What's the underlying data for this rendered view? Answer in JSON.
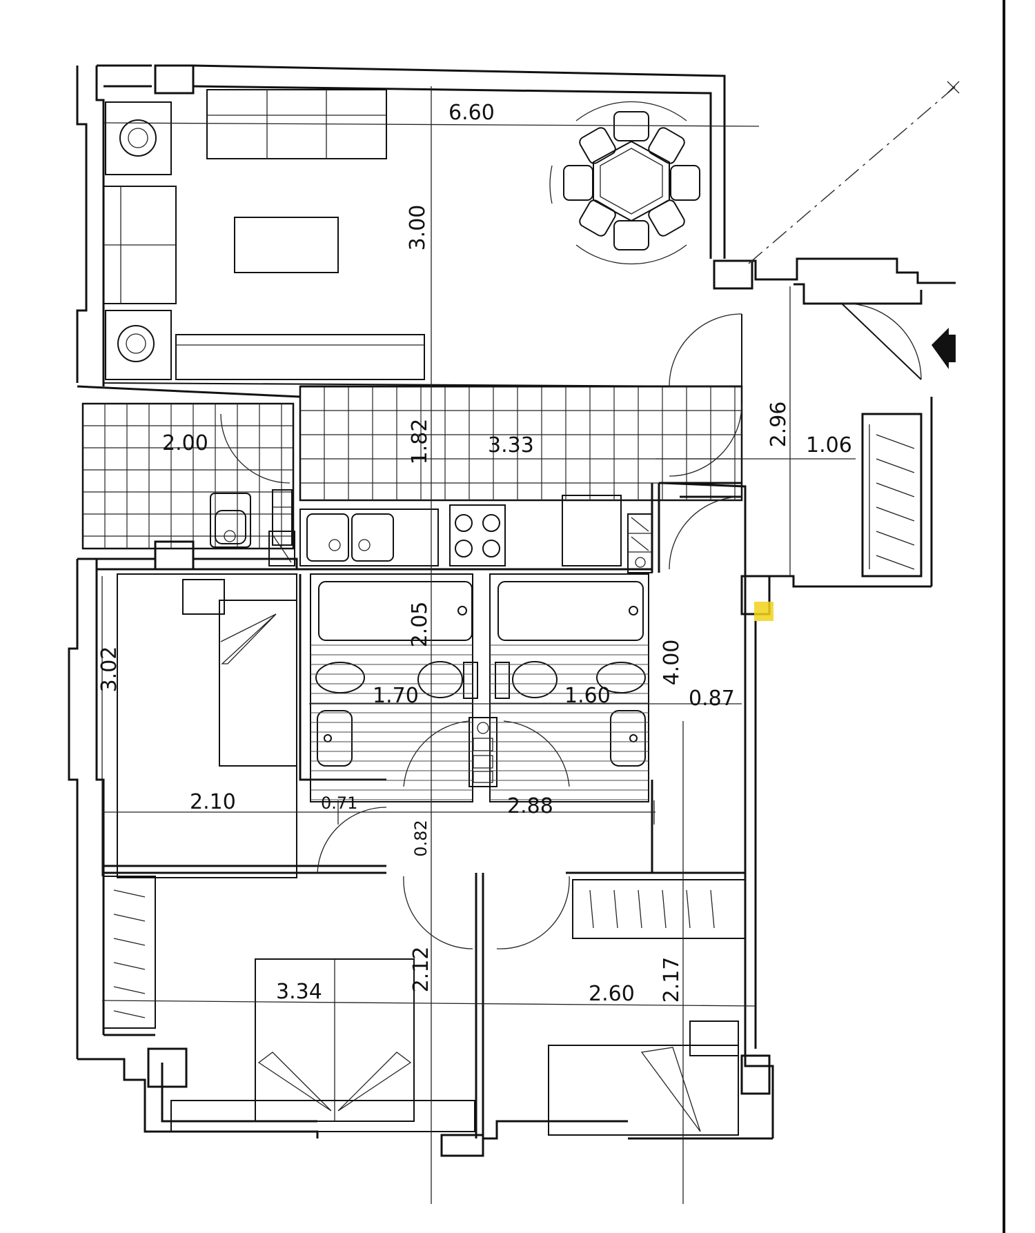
{
  "dimensions": [
    {
      "id": "living-width",
      "text": "6.60"
    },
    {
      "id": "living-depth",
      "text": "3.00"
    },
    {
      "id": "bath-width",
      "text": "2.00"
    },
    {
      "id": "kitchen-width",
      "text": "3.33"
    },
    {
      "id": "kitchen-depth",
      "text": "1.82"
    },
    {
      "id": "hall-depth",
      "text": "2.96"
    },
    {
      "id": "hall-width",
      "text": "1.06"
    },
    {
      "id": "bedroom1-depth",
      "text": "3.02"
    },
    {
      "id": "baths-depth",
      "text": "2.05"
    },
    {
      "id": "bath1-width",
      "text": "1.70"
    },
    {
      "id": "bath2-width",
      "text": "1.60"
    },
    {
      "id": "corridor-length",
      "text": "4.00"
    },
    {
      "id": "corridor-width",
      "text": "0.87"
    },
    {
      "id": "bedroom1-width",
      "text": "2.10"
    },
    {
      "id": "door-gap",
      "text": "0.71"
    },
    {
      "id": "corridor-span",
      "text": "2.88"
    },
    {
      "id": "passage-width",
      "text": "0.82"
    },
    {
      "id": "bedroom2-width",
      "text": "3.34"
    },
    {
      "id": "bedroom2-depth",
      "text": "2.12"
    },
    {
      "id": "bedroom3-width",
      "text": "2.60"
    },
    {
      "id": "bedroom3-depth",
      "text": "2.17"
    }
  ],
  "icons": {
    "entrance": "entrance-arrow-icon",
    "shaft": "ventilation-shaft-icon"
  },
  "colors": {
    "line": "#111111",
    "highlight": "#f2d21a",
    "paper": "#ffffff"
  }
}
